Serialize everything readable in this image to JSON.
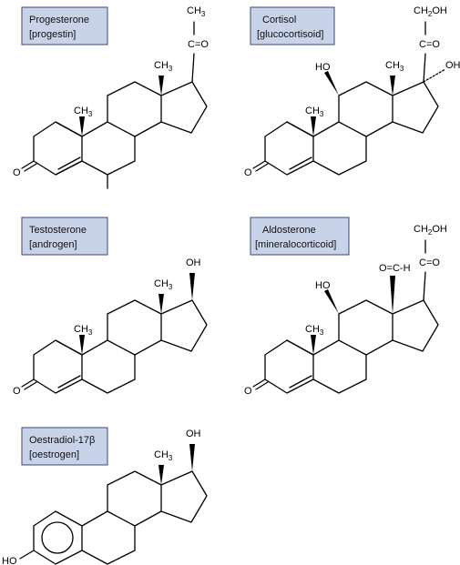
{
  "molecules": [
    {
      "name": "Progesterone",
      "class": "[progestin]"
    },
    {
      "name": "Cortisol",
      "class": "[glucocortisoid]"
    },
    {
      "name": "Testosterone",
      "class": "[androgen]"
    },
    {
      "name": "Aldosterone",
      "class": "[mineralocorticoid]"
    },
    {
      "name": "Oestradiol-17β",
      "class": "[oestrogen]"
    }
  ],
  "atoms": {
    "o": "O",
    "me": "CH",
    "me_sub": "3",
    "ch3_side": "CH",
    "ch3_side_sub": "3",
    "co": "C=O",
    "ch2oh": "CH",
    "ch2oh_sub": "2",
    "ch2oh_end": "OH",
    "oh": "OH",
    "ho": "HO",
    "cho": "O=C-H"
  }
}
